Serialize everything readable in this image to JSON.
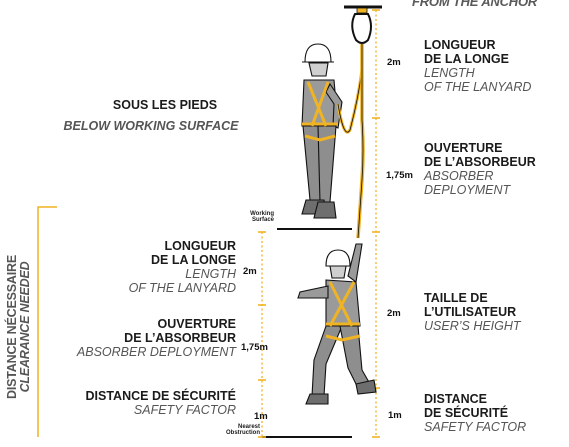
{
  "top_caption": "FROM THE ANCHOR",
  "right_labels": {
    "lanyard_fr1": "LONGUEUR",
    "lanyard_fr2": "DE LA LONGE",
    "lanyard_en1": "LENGTH",
    "lanyard_en2": "OF THE LANYARD",
    "lanyard_m": "2m",
    "absorber_fr1": "OUVERTURE",
    "absorber_fr2": "DE L’ABSORBEUR",
    "absorber_en1": "ABSORBER",
    "absorber_en2": "DEPLOYMENT",
    "absorber_m": "1,75m",
    "height_fr1": "TAILLE DE",
    "height_fr2": "L’UTILISATEUR",
    "height_en": "USER’S HEIGHT",
    "height_m": "2m",
    "safety_fr1": "DISTANCE",
    "safety_fr2": "DE SÉCURITÉ",
    "safety_en": "SAFETY FACTOR",
    "safety_m": "1m"
  },
  "left_labels": {
    "below_fr": "SOUS LES PIEDS",
    "below_en": "BELOW WORKING SURFACE",
    "lanyard_fr1": "LONGUEUR",
    "lanyard_fr2": "DE LA LONGE",
    "lanyard_en1": "LENGTH",
    "lanyard_en2": "OF THE LANYARD",
    "lanyard_m": "2m",
    "absorber_fr1": "OUVERTURE",
    "absorber_fr2": "DE L’ABSORBEUR",
    "absorber_en": "ABSORBER DEPLOYMENT",
    "absorber_m": "1,75m",
    "safety_fr": "DISTANCE DE SÉCURITÉ",
    "safety_en": "SAFETY FACTOR",
    "safety_m": "1m"
  },
  "vertical_label": {
    "fr": "DISTANCE NÉCESSAIRE",
    "en": "CLEARANCE NEEDED"
  },
  "surfaces": {
    "working_1": "Working",
    "working_2": "Surface",
    "nearest_1": "Nearest",
    "nearest_2": "Obstruction"
  },
  "colors": {
    "accent": "#f0b323",
    "text": "#1b1b1b",
    "italic": "#5a5a5a"
  }
}
